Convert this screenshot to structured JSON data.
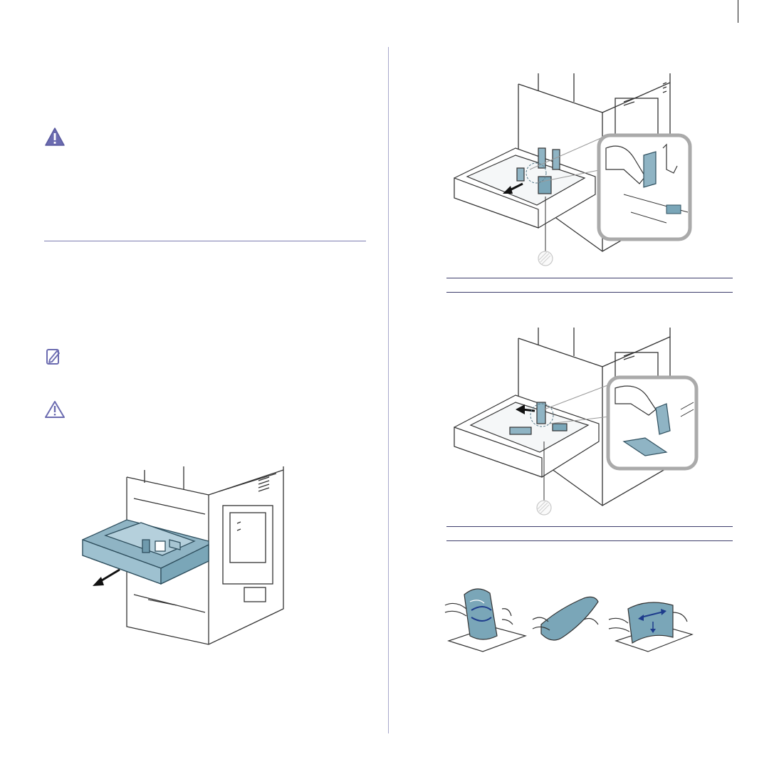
{
  "page": {
    "accent_color": "#5a5a9e",
    "illustration_color": "#7aa6b8"
  },
  "icons": {
    "caution_filled": "caution-filled-icon",
    "note": "note-icon",
    "caution_outline": "caution-outline-icon"
  },
  "figures": [
    {
      "id": "tray-pull-out",
      "callout": ""
    },
    {
      "id": "length-guide-adjust",
      "callout": ""
    },
    {
      "id": "width-guide-adjust",
      "callout": ""
    },
    {
      "id": "paper-flex-fan",
      "callout": ""
    }
  ]
}
